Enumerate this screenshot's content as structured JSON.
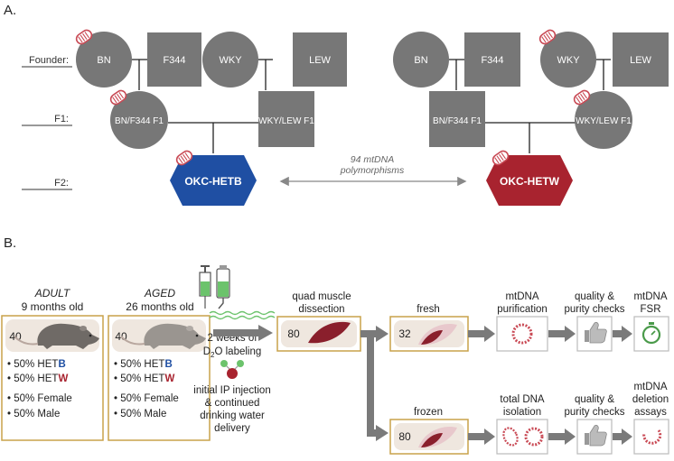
{
  "panel_a": {
    "label": "A.",
    "rows": {
      "founder": "Founder:",
      "f1": "F1:",
      "f2": "F2:"
    },
    "left_pedigree": {
      "founders": [
        "BN",
        "F344",
        "WKY",
        "LEW"
      ],
      "f1": [
        "BN/F344 F1",
        "WKY/LEW F1"
      ],
      "f2": "OKC-HETB",
      "f2_color": "#1f4fa3"
    },
    "right_pedigree": {
      "founders": [
        "BN",
        "F344",
        "WKY",
        "LEW"
      ],
      "f1": [
        "BN/F344 F1",
        "WKY/LEW F1"
      ],
      "f2": "OKC-HETW",
      "f2_color": "#a8232f"
    },
    "comparison": {
      "line1": "94 mtDNA",
      "line2": "polymorphisms"
    },
    "node_fill": "#777777"
  },
  "panel_b": {
    "label": "B.",
    "adult": {
      "title": "ADULT",
      "subtitle": "9 months old",
      "n": "40",
      "bullets": [
        {
          "prefix": "• 50% HET",
          "suffix": "B",
          "suffix_color": "#1f4fa3"
        },
        {
          "prefix": "• 50% HET",
          "suffix": "W",
          "suffix_color": "#a8232f"
        },
        {
          "prefix": "• 50% Female",
          "suffix": "",
          "suffix_color": ""
        },
        {
          "prefix": "• 50% Male",
          "suffix": "",
          "suffix_color": ""
        }
      ]
    },
    "aged": {
      "title": "AGED",
      "subtitle": "26 months old",
      "n": "40",
      "bullets": [
        {
          "prefix": "• 50% HET",
          "suffix": "B",
          "suffix_color": "#1f4fa3"
        },
        {
          "prefix": "• 50% HET",
          "suffix": "W",
          "suffix_color": "#a8232f"
        },
        {
          "prefix": "• 50% Female",
          "suffix": "",
          "suffix_color": ""
        },
        {
          "prefix": "• 50% Male",
          "suffix": "",
          "suffix_color": ""
        }
      ]
    },
    "labeling": {
      "line1": "2 weeks of",
      "line2_a": "D",
      "line2_sub": "2",
      "line2_b": "O labeling",
      "injection": [
        "initial IP injection",
        "& continued",
        "drinking water",
        "delivery"
      ]
    },
    "dissection": {
      "title_1": "quad muscle",
      "title_2": "dissection",
      "n": "80"
    },
    "fresh": {
      "title": "fresh",
      "n": "32"
    },
    "frozen": {
      "title": "frozen",
      "n": "80"
    },
    "steps_top": [
      [
        "mtDNA",
        "purification"
      ],
      [
        "quality &",
        "purity checks"
      ],
      [
        "mtDNA",
        "FSR"
      ]
    ],
    "steps_bottom": [
      [
        "total DNA",
        "isolation"
      ],
      [
        "quality &",
        "purity checks"
      ],
      [
        "mtDNA",
        "deletion",
        "assays"
      ]
    ],
    "colors": {
      "box_border": "#c8a24a",
      "inner_fill": "#efe7df",
      "arrow": "#7a7a7a",
      "muscle": "#8a1f2c",
      "mito": "#c94a55",
      "green": "#6cc36c"
    }
  }
}
